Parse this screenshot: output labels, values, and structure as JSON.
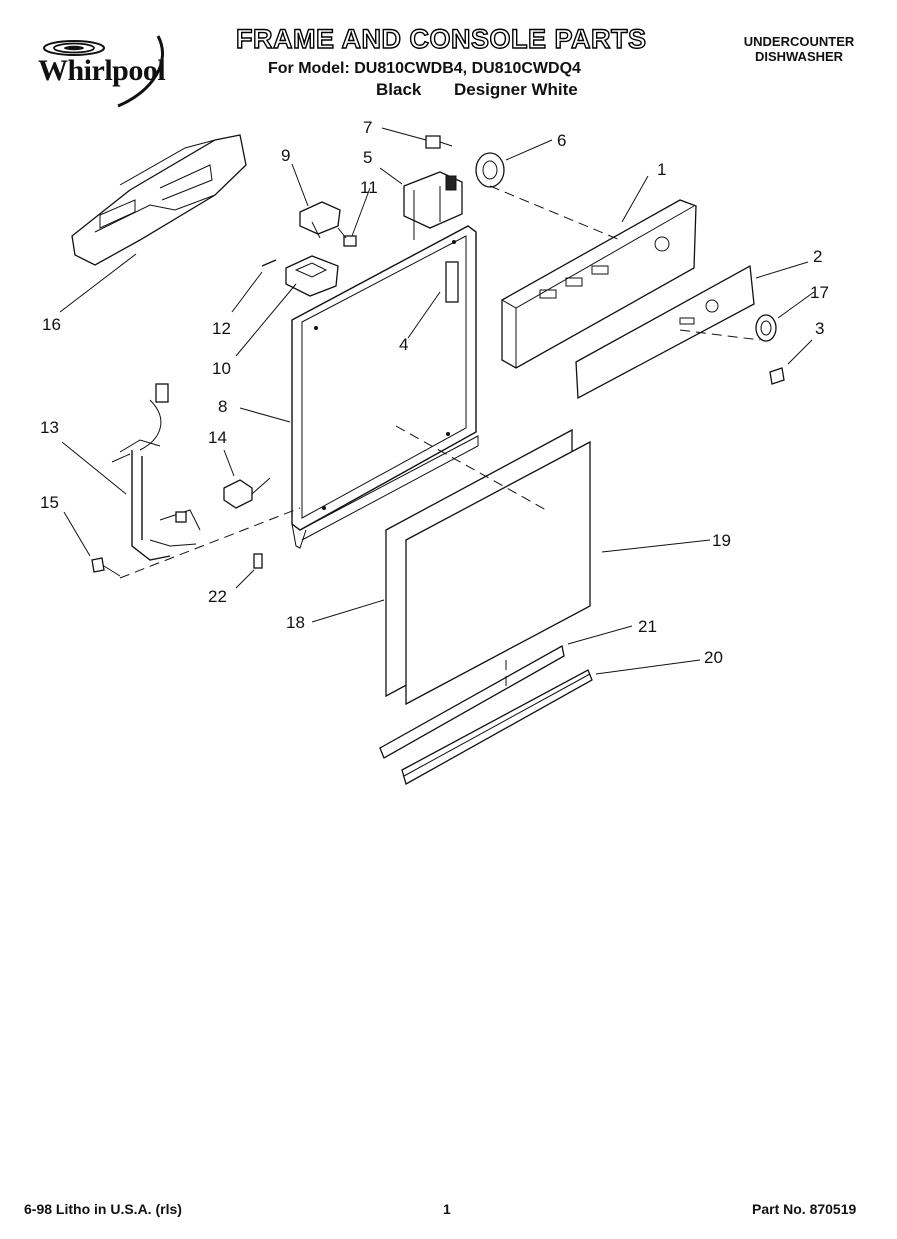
{
  "header": {
    "brand": "Whirlpool",
    "title": "FRAME AND CONSOLE PARTS",
    "subtitle": "For Model: DU810CWDB4, DU810CWDQ4",
    "variant_black": "Black",
    "variant_white": "Designer White",
    "product_type_line1": "UNDERCOUNTER",
    "product_type_line2": "DISHWASHER"
  },
  "diagram": {
    "part_numbers": [
      "1",
      "2",
      "3",
      "4",
      "5",
      "6",
      "7",
      "8",
      "9",
      "10",
      "11",
      "12",
      "13",
      "14",
      "15",
      "16",
      "17",
      "18",
      "19",
      "20",
      "21",
      "22"
    ]
  },
  "footer": {
    "litho": "6-98 Litho in U.S.A. (rls)",
    "page": "1",
    "part_no": "Part No. 870519"
  }
}
